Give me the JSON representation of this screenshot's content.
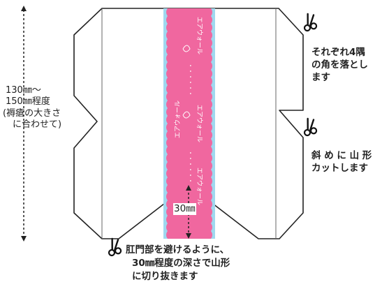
{
  "dimension_note": {
    "line1": "130㎜～",
    "line2": "150㎜程度",
    "line3": "(褥瘡の大きさ",
    "line4": "に合わせて)"
  },
  "pad_print": {
    "brand": "エアウォール",
    "dots": "・・・・・・"
  },
  "notch_depth_label": "30㎜",
  "instruction_corners": {
    "line1": "それぞれ4隅",
    "line2": "の角を落とし",
    "line3": "ます"
  },
  "instruction_sides": {
    "line1": "斜 め に 山 形",
    "line2": "カットします"
  },
  "instruction_bottom": {
    "line1": "肛門部を避けるように、",
    "line2": "30㎜程度の深さで山形",
    "line3": "に切り抜きます"
  },
  "icons": [
    "scissors-icon",
    "scissors-icon",
    "scissors-icon"
  ],
  "colors": {
    "outline": "#222222",
    "pink_strip": "#f0679f",
    "blue_edge": "#9fd8ef"
  }
}
